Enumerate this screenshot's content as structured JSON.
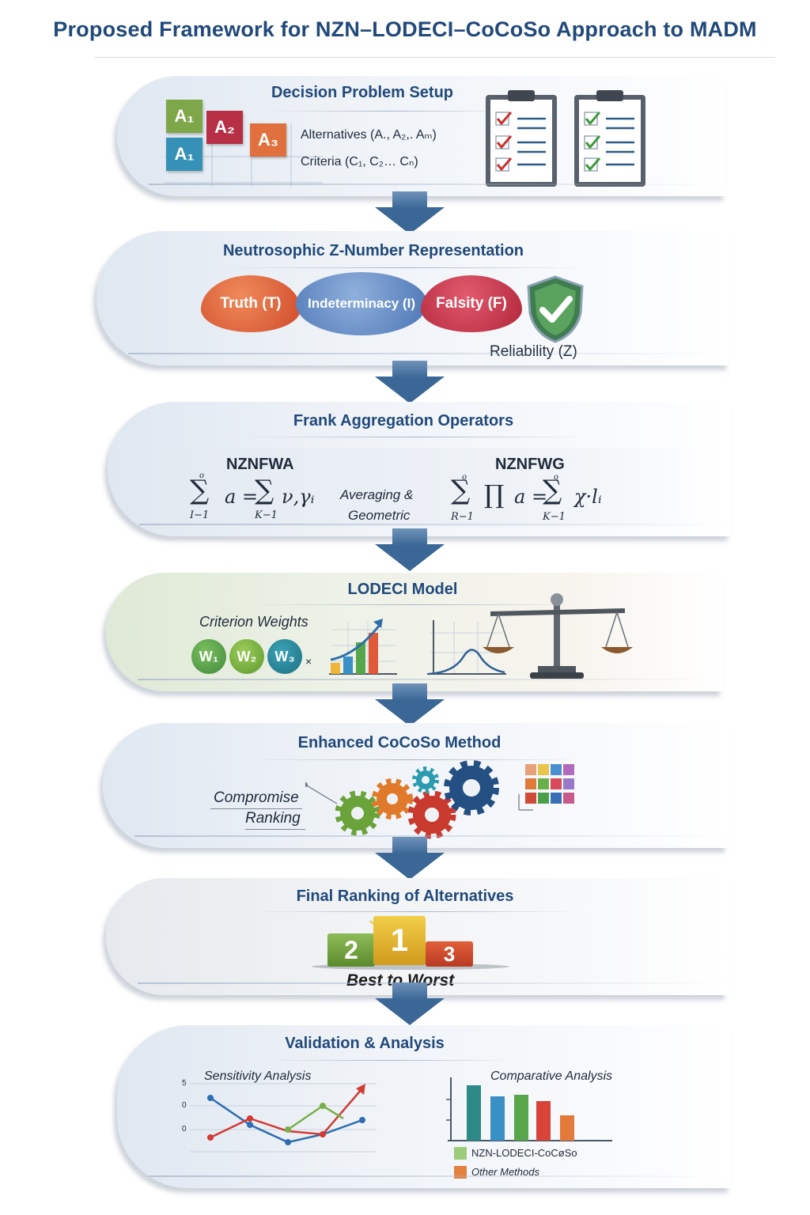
{
  "title": "Proposed Framework for NZN–LODECI–CoCoSo Approach to MADM",
  "colors": {
    "title_blue": "#21497a",
    "arrow_blue": "#3a6796",
    "green": "#6a9a3e",
    "red": "#b72f45",
    "orange": "#e06b3b",
    "teal": "#2f8fae"
  },
  "stages": {
    "setup": {
      "title": "Decision Problem Setup",
      "boxes": [
        "A₁",
        "A₂",
        "A₃",
        "A₁"
      ],
      "alternatives": "Alternatives (A., A₂,. Aₘ)",
      "criteria": "Criteria (C₁, C₂… Cₙ)",
      "icons": [
        "checklist-clipboard-icon",
        "checklist-clipboard-icon"
      ]
    },
    "representation": {
      "title": "Neutrosophic Z-Number Representation",
      "truth": "Truth (T)",
      "indeterminacy": "Indeterminacy (I)",
      "falsity": "Falsity (F)",
      "reliability": "Reliability (Z)",
      "icon": "shield-check-icon"
    },
    "aggregation": {
      "title": "Frank Aggregation Operators",
      "left_heading": "NZNFWA",
      "right_heading": "NZNFWG",
      "middle_line1": "Averaging &",
      "middle_line2": "Geometric",
      "left_formula": {
        "sum_symbol": "∑",
        "upper": "o",
        "lower1": "I−1",
        "term1": "a =",
        "lower2": "K−1",
        "term2": "ν,γᵢ"
      },
      "right_formula": {
        "sum_symbol": "∑",
        "prod_symbol": "∏",
        "upper": "o",
        "lower1": "R−1",
        "term1": "a =",
        "lower2": "K−1",
        "term2": "χ·lᵢ"
      }
    },
    "lodeci": {
      "title": "LODECI Model",
      "weights_label": "Criterion Weights",
      "weights": [
        "W₁",
        "W₂",
        "W₃"
      ],
      "times": "×",
      "icons": [
        "growth-bar-chart-icon",
        "curve-plot-icon",
        "balance-scale-icon"
      ]
    },
    "cocoso": {
      "title": "Enhanced CoCoSo Method",
      "label_line1": "Compromise",
      "label_line2": "Ranking",
      "icons": [
        "gears-icon",
        "color-grid-icon"
      ]
    },
    "ranking": {
      "title": "Final Ranking of Alternatives",
      "podium": [
        "2",
        "1",
        "3"
      ],
      "caption": "Best to Worst"
    },
    "validation": {
      "title": "Validation & Analysis",
      "sensitivity": {
        "label": "Sensitivity Analysis",
        "yticks": [
          "5",
          "0",
          "0"
        ]
      },
      "comparative": {
        "label": "Comparative Analysis",
        "legend": [
          "NZN-LODECI-CoCøSo",
          "Other Methods"
        ]
      }
    }
  }
}
